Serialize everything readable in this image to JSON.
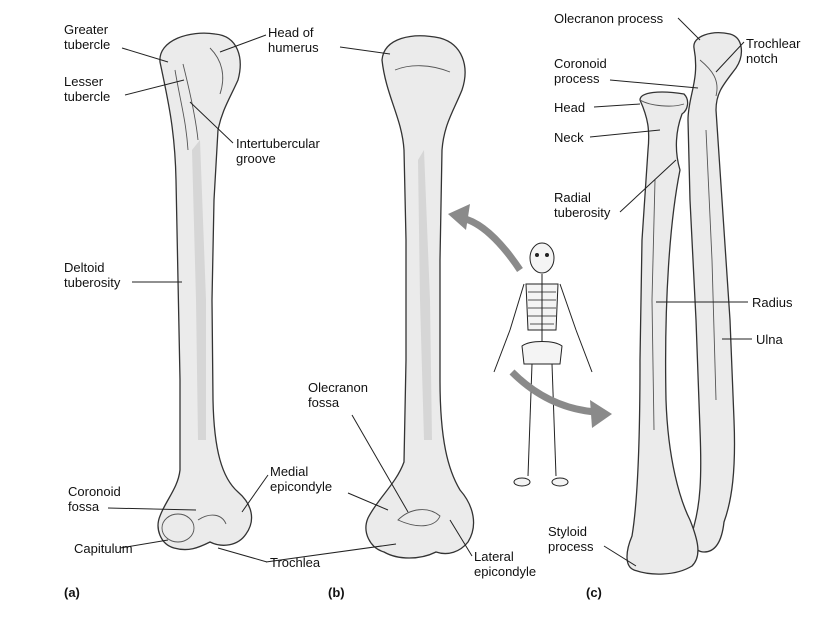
{
  "panels": [
    {
      "id": "a",
      "letter": "(a)",
      "labels": {
        "greater_tubercle": [
          "Greater",
          "tubercle"
        ],
        "lesser_tubercle": [
          "Lesser",
          "tubercle"
        ],
        "intertubercular_groove": [
          "Intertubercular",
          "groove"
        ],
        "deltoid_tuberosity": [
          "Deltoid",
          "tuberosity"
        ],
        "coronoid_fossa": [
          "Coronoid",
          "fossa"
        ],
        "capitulum": "Capitulum",
        "medial_epicondyle": [
          "Medial",
          "epicondyle"
        ]
      }
    },
    {
      "id": "b",
      "letter": "(b)",
      "labels": {
        "head_of_humerus": [
          "Head of",
          "humerus"
        ],
        "olecranon_fossa": [
          "Olecranon",
          "fossa"
        ],
        "trochlea": "Trochlea",
        "lateral_epicondyle": [
          "Lateral",
          "epicondyle"
        ]
      }
    },
    {
      "id": "c",
      "letter": "(c)",
      "labels": {
        "olecranon_process": "Olecranon process",
        "trochlear_notch": [
          "Trochlear",
          "notch"
        ],
        "coronoid_process": [
          "Coronoid",
          "process"
        ],
        "head": "Head",
        "neck": "Neck",
        "radial_tuberosity": [
          "Radial",
          "tuberosity"
        ],
        "radius": "Radius",
        "ulna": "Ulna",
        "styloid_process": [
          "Styloid",
          "process"
        ]
      }
    }
  ]
}
